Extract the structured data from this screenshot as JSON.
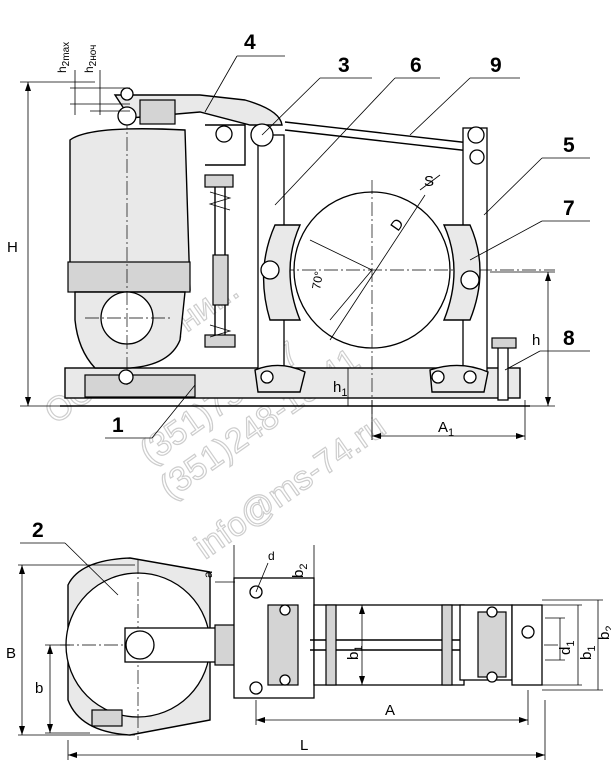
{
  "callouts": {
    "c1": "1",
    "c2": "2",
    "c3": "3",
    "c4": "4",
    "c5": "5",
    "c6": "6",
    "c7": "7",
    "c8": "8",
    "c9": "9"
  },
  "dimensions": {
    "H": "H",
    "h": "h",
    "h1": "h",
    "h1_sub": "1",
    "A1": "A",
    "A1_sub": "1",
    "h2max": "h",
    "h2max_sub": "2max",
    "h2nom": "h",
    "h2nom_sub": "2ноч",
    "S": "S",
    "D": "D",
    "angle": "70°",
    "B": "B",
    "b": "b",
    "b1_left": "b",
    "b1_left_sub": "1",
    "b2_top": "b",
    "b2_top_sub": "2",
    "d_top": "d",
    "b1_right": "b",
    "b1_right_sub": "1",
    "b2_right": "b",
    "b2_right_sub": "2",
    "d_right": "d",
    "d_right_sub": "1",
    "A": "A",
    "L": "L",
    "a": "a"
  },
  "watermark": {
    "line1": "ООО \"Магни...",
    "line2": "(351)730-47",
    "line3": "(351)248-15-41",
    "line4": "info@ms-74.ru"
  }
}
